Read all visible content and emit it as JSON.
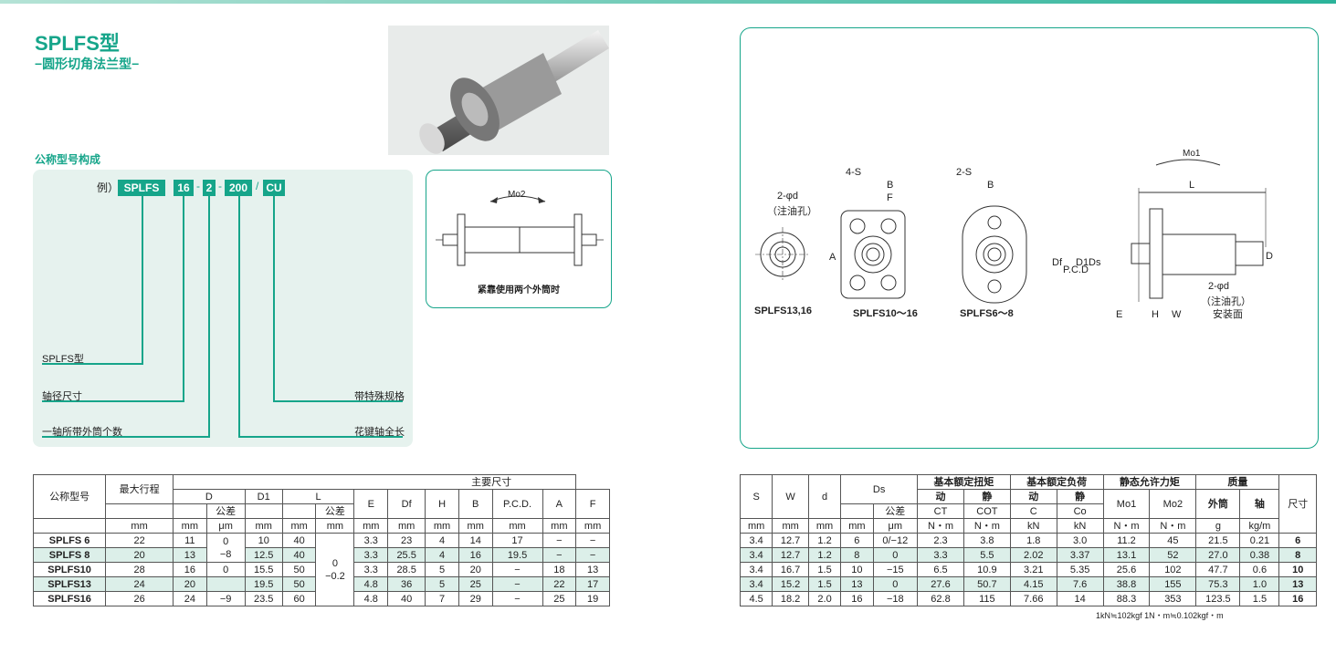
{
  "header": {
    "title": "SPLFS型",
    "subtitle": "−圆形切角法兰型−",
    "section_title": "公称型号构成"
  },
  "code": {
    "example_label": "例）",
    "segments": [
      "SPLFS",
      "16",
      "2",
      "200",
      "CU"
    ],
    "separators": [
      "-",
      "-",
      "/"
    ],
    "descriptions": {
      "type": "SPLFS型",
      "shaft": "轴径尺寸",
      "count": "一轴所带外筒个数",
      "special": "带特殊规格",
      "length": "花键轴全长"
    }
  },
  "inset": {
    "moment_label": "Mo2",
    "caption": "紧靠使用两个外筒时"
  },
  "drawing": {
    "labels": {
      "hole_2phid": "2-φd",
      "oil_hole": "（注油孔）",
      "s4": "4-S",
      "s2": "2-S",
      "b": "B",
      "f": "F",
      "a": "A",
      "fig1": "SPLFS13,16",
      "fig2": "SPLFS10～16",
      "fig3": "SPLFS6～8",
      "mo1": "Mo1",
      "l": "L",
      "df": "Df",
      "pcd": "P.C.D",
      "d1": "D1",
      "ds": "Ds",
      "d": "D",
      "e": "E",
      "h": "H",
      "w": "W",
      "hole2": "2-φd",
      "oil2": "（注油孔）",
      "mount": "安装面"
    }
  },
  "table1": {
    "headers": {
      "model": "公称型号",
      "stroke": "最大行程",
      "main": "主要尺寸",
      "D": "D",
      "tol": "公差",
      "D1": "D1",
      "L": "L",
      "E": "E",
      "Df": "Df",
      "H": "H",
      "B": "B",
      "PCD": "P.C.D.",
      "A": "A",
      "F": "F"
    },
    "units": [
      "mm",
      "mm",
      "μm",
      "mm",
      "mm",
      "mm",
      "mm",
      "mm",
      "mm",
      "mm",
      "mm",
      "mm",
      "mm"
    ],
    "rows": [
      {
        "model": "SPLFS  6",
        "stroke": "22",
        "D": "11",
        "D1": "10",
        "L": "40",
        "E": "3.3",
        "Df": "23",
        "H": "4",
        "B": "14",
        "PCD": "17",
        "A": "−",
        "F": "−"
      },
      {
        "model": "SPLFS  8",
        "stroke": "20",
        "D": "13",
        "D1": "12.5",
        "L": "40",
        "E": "3.3",
        "Df": "25.5",
        "H": "4",
        "B": "16",
        "PCD": "19.5",
        "A": "−",
        "F": "−"
      },
      {
        "model": "SPLFS10",
        "stroke": "28",
        "D": "16",
        "D1": "15.5",
        "L": "50",
        "E": "3.3",
        "Df": "28.5",
        "H": "5",
        "B": "20",
        "PCD": "−",
        "A": "18",
        "F": "13"
      },
      {
        "model": "SPLFS13",
        "stroke": "24",
        "D": "20",
        "D1": "19.5",
        "L": "50",
        "E": "4.8",
        "Df": "36",
        "H": "5",
        "B": "25",
        "PCD": "−",
        "A": "22",
        "F": "17"
      },
      {
        "model": "SPLFS16",
        "stroke": "26",
        "D": "24",
        "D1": "23.5",
        "L": "60",
        "E": "4.8",
        "Df": "40",
        "H": "7",
        "B": "29",
        "PCD": "−",
        "A": "25",
        "F": "19"
      }
    ],
    "d_tol": {
      "a_top": "0",
      "a_bot": "−8",
      "b": "0",
      "c": "−9"
    },
    "l_tol": {
      "top": "0",
      "bot": "−0.2"
    }
  },
  "table2": {
    "headers": {
      "S": "S",
      "W": "W",
      "d": "d",
      "Ds": "Ds",
      "tol": "公差",
      "torque": "基本额定扭矩",
      "load": "基本额定负荷",
      "static": "静态允许力矩",
      "mass": "质量",
      "size": "尺寸",
      "dyn": "动",
      "sta": "静",
      "CT": "CT",
      "COT": "COT",
      "C": "C",
      "Co": "Co",
      "Mo1": "Mo1",
      "Mo2": "Mo2",
      "outer": "外筒",
      "shaft": "轴"
    },
    "units": [
      "mm",
      "mm",
      "mm",
      "mm",
      "μm",
      "N・m",
      "N・m",
      "kN",
      "kN",
      "N・m",
      "N・m",
      "g",
      "kg/m"
    ],
    "rows": [
      {
        "S": "3.4",
        "W": "12.7",
        "d": "1.2",
        "Ds": "6",
        "tol": "0/−12",
        "CT": "2.3",
        "COT": "3.8",
        "C": "1.8",
        "Co": "3.0",
        "Mo1": "11.2",
        "Mo2": "45",
        "outer": "21.5",
        "shaft": "0.21",
        "size": "6"
      },
      {
        "S": "3.4",
        "W": "12.7",
        "d": "1.2",
        "Ds": "8",
        "tol": "0",
        "CT": "3.3",
        "COT": "5.5",
        "C": "2.02",
        "Co": "3.37",
        "Mo1": "13.1",
        "Mo2": "52",
        "outer": "27.0",
        "shaft": "0.38",
        "size": "8"
      },
      {
        "S": "3.4",
        "W": "16.7",
        "d": "1.5",
        "Ds": "10",
        "tol": "−15",
        "CT": "6.5",
        "COT": "10.9",
        "C": "3.21",
        "Co": "5.35",
        "Mo1": "25.6",
        "Mo2": "102",
        "outer": "47.7",
        "shaft": "0.6",
        "size": "10"
      },
      {
        "S": "3.4",
        "W": "15.2",
        "d": "1.5",
        "Ds": "13",
        "tol": "0",
        "CT": "27.6",
        "COT": "50.7",
        "C": "4.15",
        "Co": "7.6",
        "Mo1": "38.8",
        "Mo2": "155",
        "outer": "75.3",
        "shaft": "1.0",
        "size": "13"
      },
      {
        "S": "4.5",
        "W": "18.2",
        "d": "2.0",
        "Ds": "16",
        "tol": "−18",
        "CT": "62.8",
        "COT": "115",
        "C": "7.66",
        "Co": "14",
        "Mo1": "88.3",
        "Mo2": "353",
        "outer": "123.5",
        "shaft": "1.5",
        "size": "16"
      }
    ],
    "note": "1kN≒102kgf  1N・m≒0.102kgf・m"
  },
  "colors": {
    "accent": "#16a58a",
    "shade": "#dcefe9"
  }
}
